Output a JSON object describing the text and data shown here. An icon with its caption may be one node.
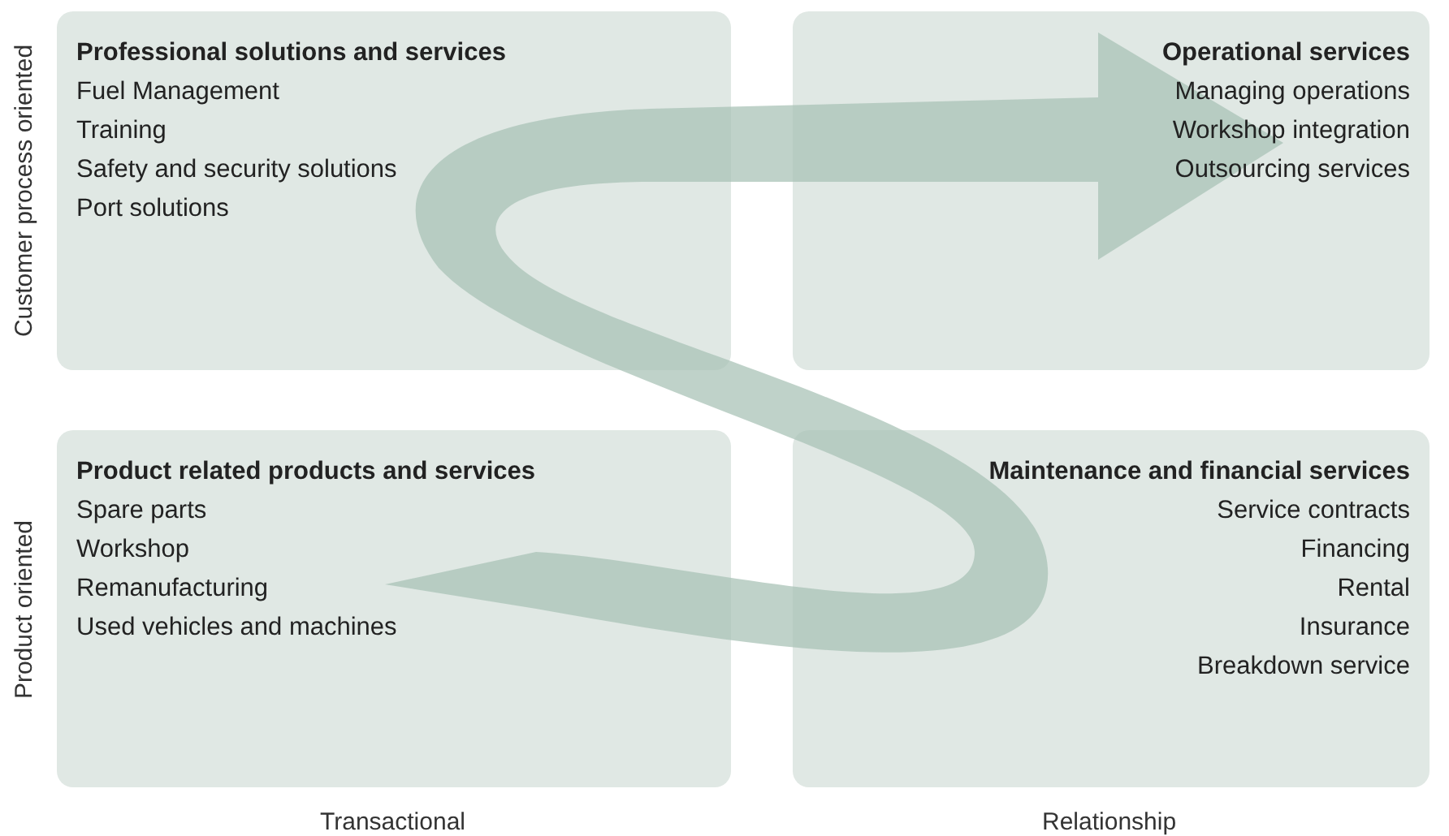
{
  "diagram": {
    "nodes": [
      {
        "text": [
          "Professional solutions and services",
          "Fuel Management",
          "Training",
          "Safety and security solutions",
          "Port solutions"
        ]
      },
      {
        "text": [
          "Operational services",
          "Managing operations",
          "Workshop integration",
          "Outsourcing services"
        ]
      },
      {
        "text": [
          "Product related products and services",
          "Spare parts",
          "Workshop",
          "Remanufacturing",
          "Used vehicles and machines"
        ]
      },
      {
        "text": [
          "Maintenance and financial services",
          "Service contracts",
          "Financing",
          "Rental",
          "Insurance",
          "Breakdown service"
        ]
      }
    ],
    "edges": [],
    "labels": [
      "Customer process oriented",
      "Product oriented",
      "Transactional",
      "Relationship"
    ]
  }
}
